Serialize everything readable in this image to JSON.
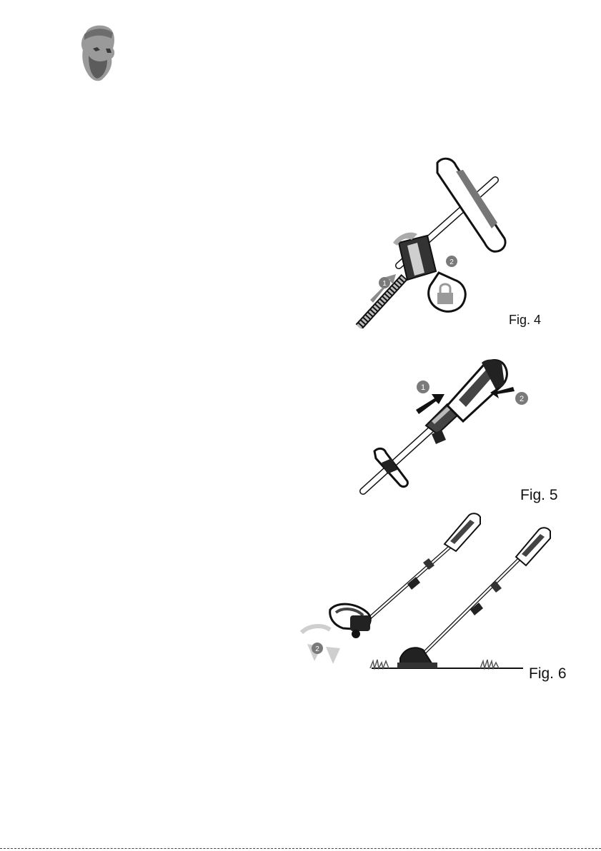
{
  "figures": [
    {
      "caption": "Fig. 4",
      "steps": [
        "1",
        "2"
      ]
    },
    {
      "caption": "Fig. 5",
      "steps": [
        "1",
        "2"
      ]
    },
    {
      "caption": "Fig. 6",
      "steps": [
        "2"
      ]
    }
  ],
  "icons": {
    "logo": "bearded-head-logo-icon",
    "lock": "padlock-icon",
    "arrow": "arrow-icon",
    "rotate": "rotate-icon"
  },
  "colors": {
    "ink": "#111111",
    "mid_gray": "#8c8c8c",
    "light_gray": "#cfcfcf",
    "step_badge": "#7a7a7a"
  }
}
